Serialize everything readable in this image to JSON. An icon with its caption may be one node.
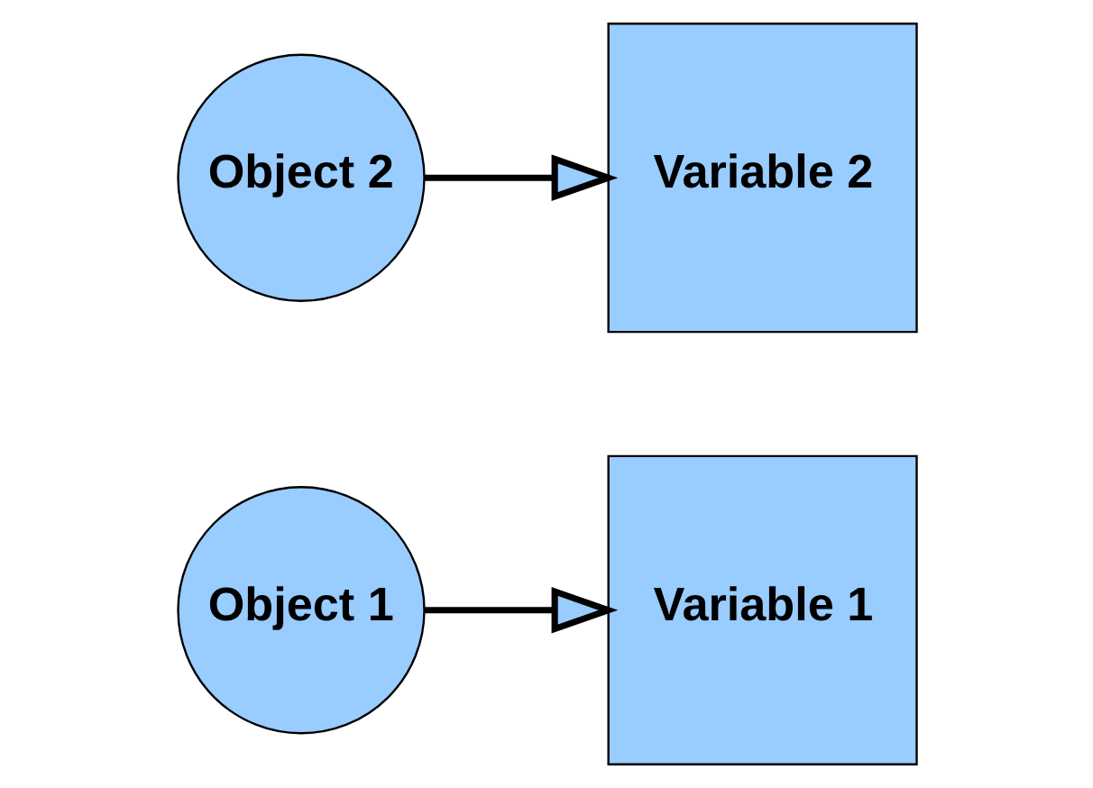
{
  "diagram": {
    "nodes": [
      {
        "text": [
          "Object 1"
        ]
      },
      {
        "text": [
          "Variable 1"
        ]
      },
      {
        "text": [
          "Object 2"
        ]
      },
      {
        "text": [
          "Variable 2"
        ]
      }
    ],
    "edges": [
      {
        "from": 0,
        "to": 1,
        "arrow": "to"
      },
      {
        "from": 2,
        "to": 3,
        "arrow": "to"
      }
    ]
  }
}
